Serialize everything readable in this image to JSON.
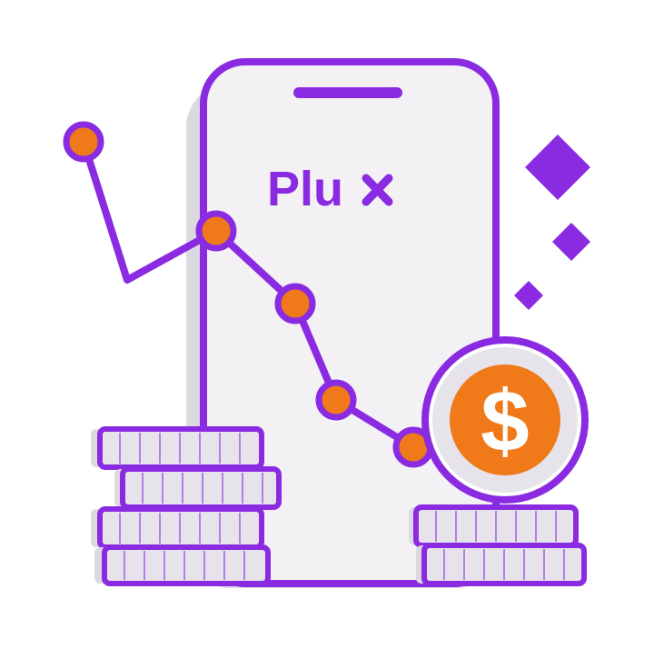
{
  "brand": {
    "logo_text": "Plux",
    "logo_lettering": "Plu"
  },
  "illustration": {
    "subject": "phone-with-declining-trend-and-coins",
    "icons": [
      "phone-icon",
      "coin-stack-icon",
      "dollar-coin-icon",
      "diamond-sparkle-icon",
      "trend-line-icon"
    ]
  },
  "currency_symbol": "$",
  "colors": {
    "purple": "#8a2be2",
    "orange": "#f07a1a",
    "phone_fill": "#f3f1f4",
    "shadow": "#dcdae0",
    "coin_fill": "#e6e4ea",
    "white": "#ffffff"
  }
}
